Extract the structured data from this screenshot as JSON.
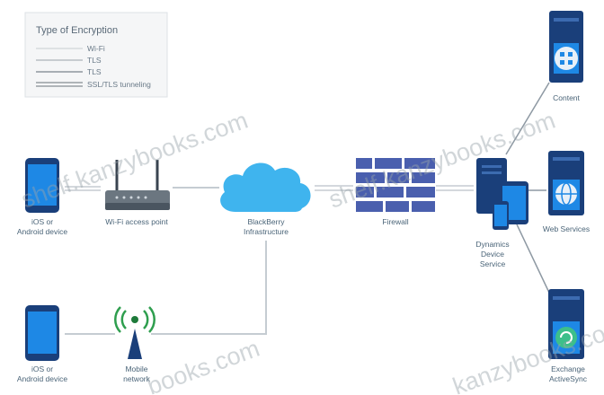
{
  "legend": {
    "title": "Type of Encryption",
    "items": [
      {
        "label": "Wi-Fi"
      },
      {
        "label": "TLS"
      },
      {
        "label": "TLS"
      },
      {
        "label": "SSL/TLS tunneling"
      }
    ]
  },
  "nodes": {
    "device_top": {
      "line1": "iOS or",
      "line2": "Android device"
    },
    "wifi": {
      "line1": "Wi-Fi access point"
    },
    "cloud": {
      "line1": "BlackBerry",
      "line2": "Infrastructure"
    },
    "firewall": {
      "line1": "Firewall"
    },
    "dynamics": {
      "line1": "Dynamics",
      "line2": "Device",
      "line3": "Service"
    },
    "web_services": {
      "line1": "Web Services"
    },
    "top_server": {
      "line1": "Content"
    },
    "bottom_server": {
      "line1": "Exchange",
      "line2": "ActiveSync"
    },
    "device_bottom": {
      "line1": "iOS or",
      "line2": "Android device"
    },
    "mobile_network": {
      "line1": "Mobile",
      "line2": "network"
    }
  },
  "watermarks": [
    "shelf.kanzybooks.com",
    "shelf.kanzybooks.com",
    "books.com",
    "kanzybooks.com"
  ],
  "colors": {
    "device_blue": "#1e88e5",
    "server_dark": "#1a3f7a",
    "cloud": "#3fb4ee",
    "firewall": "#4a5fae",
    "line": "#c5ccd2",
    "label": "#4a6478"
  }
}
